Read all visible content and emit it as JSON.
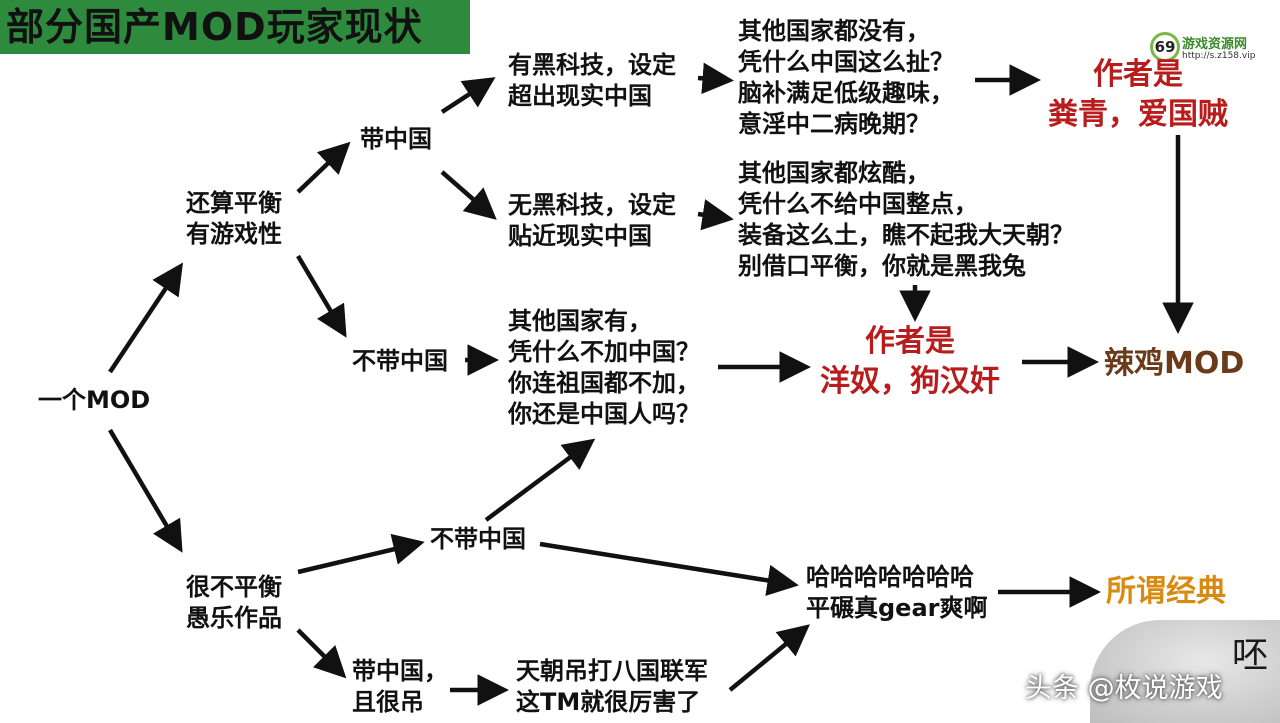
{
  "title": "部分国产MOD玩家现状",
  "logo": {
    "mark": "69",
    "name": "游戏资源网",
    "url": "http://s.z158.vip"
  },
  "nodes": {
    "root": "一个MOD",
    "balanced": [
      "还算平衡",
      "有游戏性"
    ],
    "with_china": "带中国",
    "with_tech": [
      "有黑科技，设定",
      "超出现实中国"
    ],
    "no_tech": [
      "无黑科技，设定",
      "贴近现实中国"
    ],
    "complaint_tech": [
      "其他国家都没有，",
      "凭什么中国这么扯？",
      "脑补满足低级趣味，",
      "意淫中二病晚期？"
    ],
    "complaint_notech": [
      "其他国家都炫酷，",
      "凭什么不给中国整点，",
      "装备这么土，瞧不起我大天朝？",
      "别借口平衡，你就是黑我兔"
    ],
    "author_traitor": [
      "作者是",
      "粪青，爱国贼"
    ],
    "without_china_top": "不带中国",
    "complaint_nochina": [
      "其他国家有，",
      "凭什么不加中国？",
      "你连祖国都不加，",
      "你还是中国人吗？"
    ],
    "author_lackey": [
      "作者是",
      "洋奴，狗汉奸"
    ],
    "trash_mod": "辣鸡MOD",
    "unbalanced": [
      "很不平衡",
      "愚乐作品"
    ],
    "without_china_bottom": "不带中国",
    "with_china_op": [
      "带中国，",
      "且很吊"
    ],
    "op_desc": [
      "天朝吊打八国联军",
      "这TM就很厉害了"
    ],
    "laugh": [
      "哈哈哈哈哈哈哈",
      "平碾真gear爽啊"
    ],
    "classic": "所谓经典"
  },
  "watermark": "头条 @枚说游戏",
  "sticker_char": "呸",
  "colors": {
    "title_bg": "#2e8b3d",
    "red": "#b81c1c",
    "brown": "#6b3a1a",
    "orange": "#d98a10"
  }
}
